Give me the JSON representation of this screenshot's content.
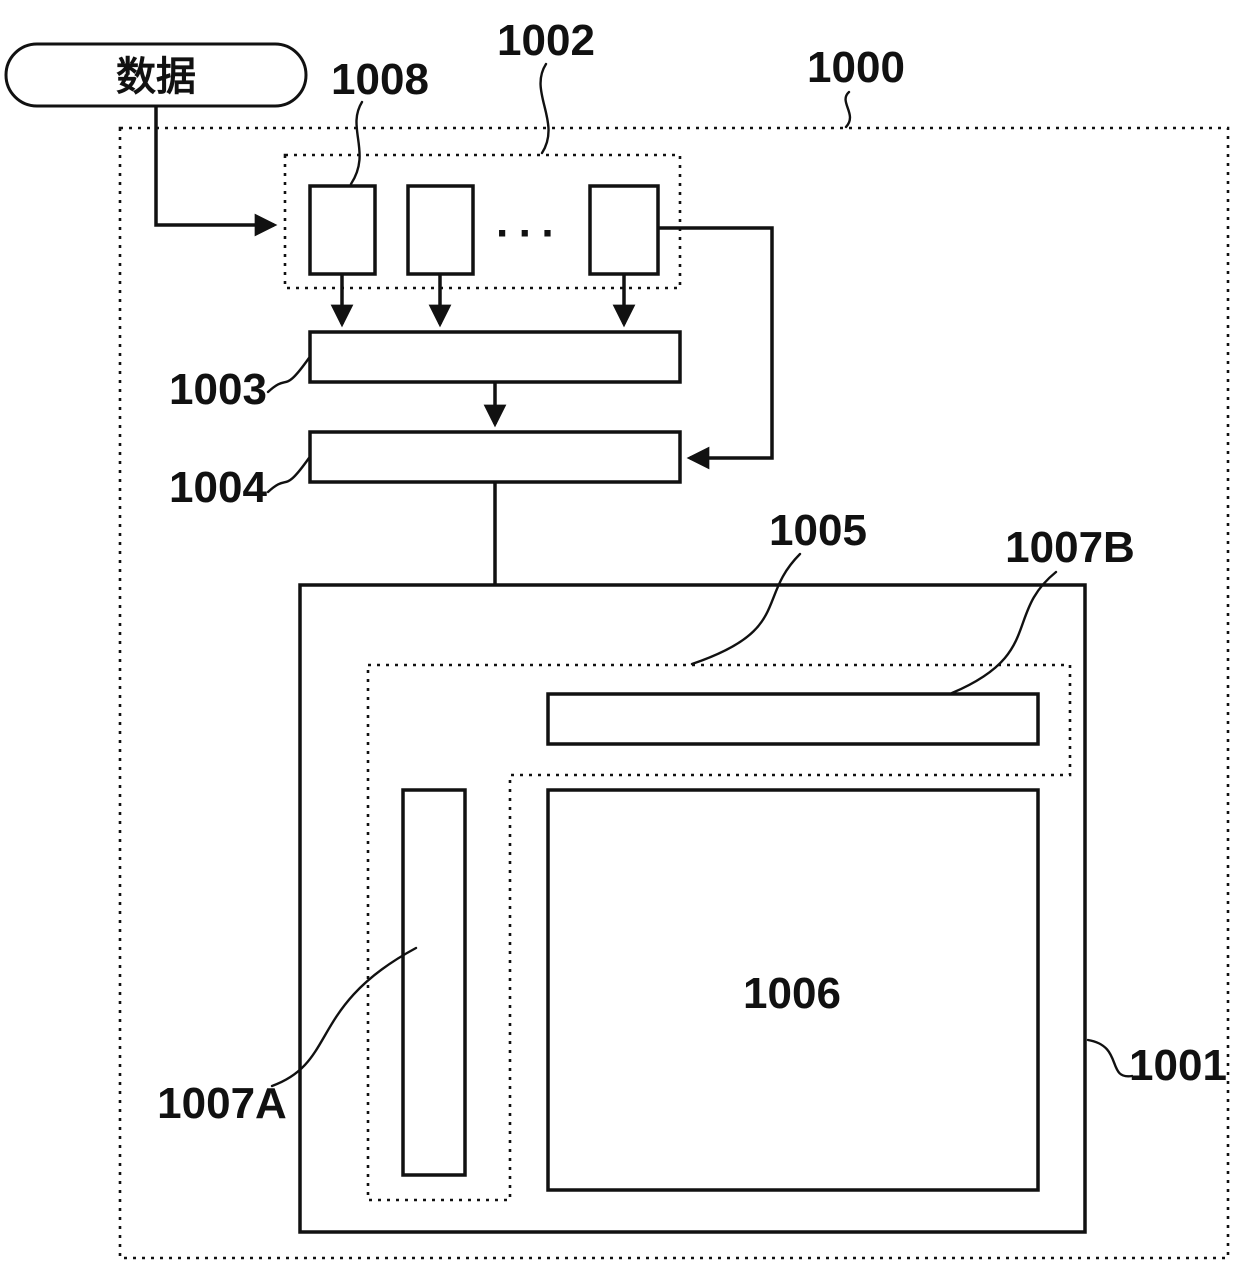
{
  "diagram": {
    "type": "patent-block-diagram",
    "labels": {
      "data_input": "数据",
      "n1000": "1000",
      "n1001": "1001",
      "n1002": "1002",
      "n1003": "1003",
      "n1004": "1004",
      "n1005": "1005",
      "n1006": "1006",
      "n1007A": "1007A",
      "n1007B": "1007B",
      "n1008": "1008",
      "ellipsis": "···"
    },
    "colors": {
      "line": "#111111",
      "background": "#ffffff"
    }
  }
}
